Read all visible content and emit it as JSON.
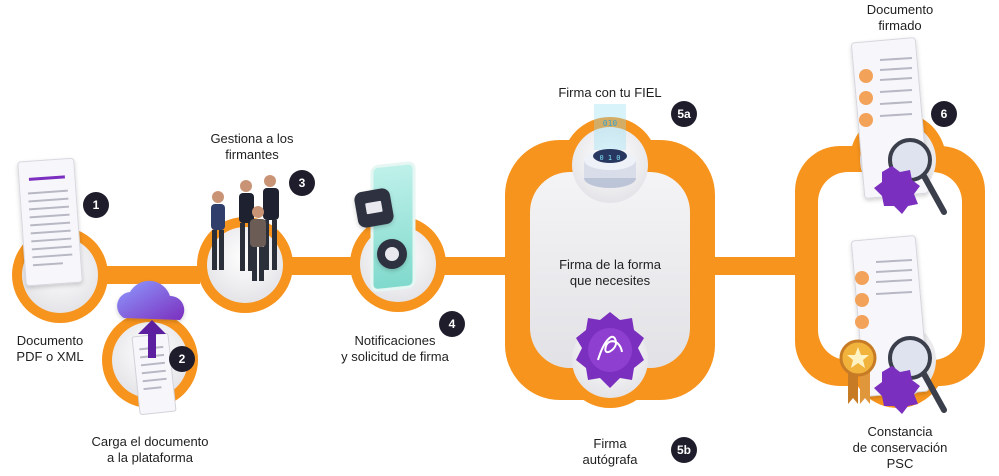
{
  "steps": {
    "s1": {
      "badge": "1",
      "label": "Documento\nPDF o XML"
    },
    "s2": {
      "badge": "2",
      "label": "Carga el documento\na la plataforma"
    },
    "s3": {
      "badge": "3",
      "label": "Gestiona a los\nfirmantes"
    },
    "s4": {
      "badge": "4",
      "label": "Notificaciones\ny solicitud de firma"
    },
    "center": {
      "label": "Firma de la forma\nque necesites"
    },
    "s5a": {
      "badge": "5a",
      "label": "Firma con tu FIEL"
    },
    "s5b": {
      "badge": "5b",
      "label": "Firma\nautógrafa"
    },
    "s6": {
      "badge": "6",
      "label": "Documento\nfirmado"
    },
    "psc": {
      "label": "Constancia\nde conservación\nPSC"
    }
  },
  "colors": {
    "track": "#f7941d",
    "badge": "#1f1d2b",
    "accent": "#7b2fbe"
  }
}
